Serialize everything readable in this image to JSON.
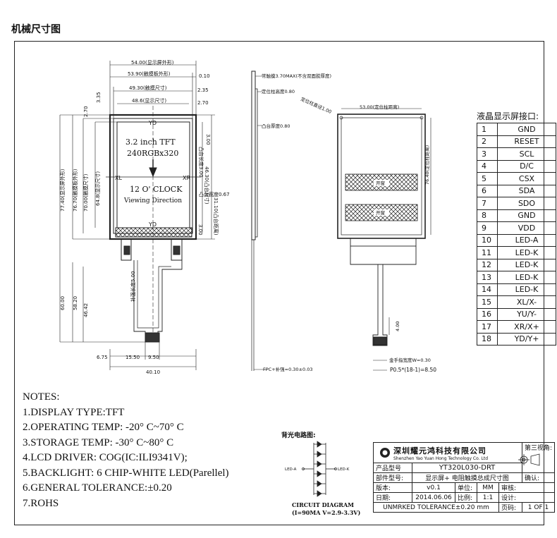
{
  "title": "机械尺寸图",
  "front_view": {
    "dim_top": [
      "54.00(显示屏外形)",
      "53.90(触摸板外形)",
      "49.30(触摸尺寸)",
      "48.6(显示尺寸)"
    ],
    "dim_top_right": [
      "0.10",
      "2.35",
      "2.70"
    ],
    "dim_left_small": [
      "2.70",
      "3.35"
    ],
    "dim_left_vertical": [
      "77.40(显示屏外形)",
      "76.70(触摸板外形)",
      "70.00(触摸尺寸)",
      "64.8(显示尺寸)",
      "60.00",
      "58.20",
      "46.42"
    ],
    "dim_right_vertical": [
      "3.00",
      "46.30(凸台尺寸)",
      "凸台长度3.00",
      "3.00",
      "31.10(凸台距离)"
    ],
    "dim_bump_width": "凸台宽度0.67",
    "dim_bottom": [
      "6.75",
      "15.50",
      "9.50",
      "40.10"
    ],
    "dim_tail": "补强长度5.00",
    "screen_label_line1": "3.2 inch TFT",
    "screen_label_line2": "240RGBx320",
    "clock_label": "12 O' CLOCK",
    "viewing_label": "Viewing Direction",
    "yd_top": "YD",
    "yd_bottom": "YD",
    "xl": "XL",
    "xr": "XR"
  },
  "side_view": {
    "touch_thickness": "常触摸3.70MAX(不含双面胶厚度)",
    "post_height": "定位柱高度0.80",
    "bump_thickness": "凸台厚度0.80",
    "fpc_thickness": "FPC+补强=0.30±0.03"
  },
  "back_view": {
    "post_dia": "定位柱直径1.00",
    "post_dist_h": "53.00(定位柱距离)",
    "post_dist_v": "76.40(定位柱距离)",
    "window_label": "开窗",
    "dim_4": "4.00",
    "gold_finger": "金手指宽度W=0.30",
    "pitch": "P0.5*(18-1)=8.50"
  },
  "pins": {
    "title": "液晶显示屏接口:",
    "rows": [
      {
        "n": "1",
        "s": "GND"
      },
      {
        "n": "2",
        "s": "RESET"
      },
      {
        "n": "3",
        "s": "SCL"
      },
      {
        "n": "4",
        "s": "D/C"
      },
      {
        "n": "5",
        "s": "CSX"
      },
      {
        "n": "6",
        "s": "SDA"
      },
      {
        "n": "7",
        "s": "SDO"
      },
      {
        "n": "8",
        "s": "GND"
      },
      {
        "n": "9",
        "s": "VDD"
      },
      {
        "n": "10",
        "s": "LED-A"
      },
      {
        "n": "11",
        "s": "LED-K"
      },
      {
        "n": "12",
        "s": "LED-K"
      },
      {
        "n": "13",
        "s": "LED-K"
      },
      {
        "n": "14",
        "s": "LED-K"
      },
      {
        "n": "15",
        "s": "XL/X-"
      },
      {
        "n": "16",
        "s": "YU/Y-"
      },
      {
        "n": "17",
        "s": "XR/X+"
      },
      {
        "n": "18",
        "s": "YD/Y+"
      }
    ]
  },
  "notes": [
    "NOTES:",
    "1.DISPLAY TYPE:TFT",
    "2.OPERATING TEMP: -20° C~70° C",
    "3.STORAGE TEMP: -30° C~80° C",
    "4.LCD DRIVER: COG(IC:ILI9341V);",
    "5.BACKLIGHT: 6 CHIP-WHITE LED(Parellel)",
    "6.GENERAL TOLERANCE:±0.20",
    "7.ROHS"
  ],
  "circuit": {
    "title": "背光电路图:",
    "led_a": "LED-A",
    "led_k": "LED-K",
    "caption_1": "CIRCUIT DIAGRAM",
    "caption_2": "(I=90MA V=2.9-3.3V)"
  },
  "title_block": {
    "company": "深圳耀元鸿科技有限公司",
    "company_en": "Shenzhen Yao Yuan Hong Technology Co. Ltd",
    "view_label": "第三视角:",
    "product_no_label": "产品型号",
    "product_no": "YT320L030-DRT",
    "part_name_label": "部件型号:",
    "part_name": "显示屏+ 电阻触摸总成尺寸图",
    "confirm_label": "确认:",
    "version_label": "版本:",
    "version": "v0.1",
    "unit_label": "单位:",
    "unit": "MM",
    "check_label": "审核:",
    "date_label": "日期:",
    "date": "2014.06.06",
    "scale_label": "比例:",
    "scale": "1:1",
    "design_label": "设计:",
    "tolerance": "UNMRKED TOLERANCE±0.20 mm",
    "page_label": "页码:",
    "page": "1 OF 1"
  }
}
